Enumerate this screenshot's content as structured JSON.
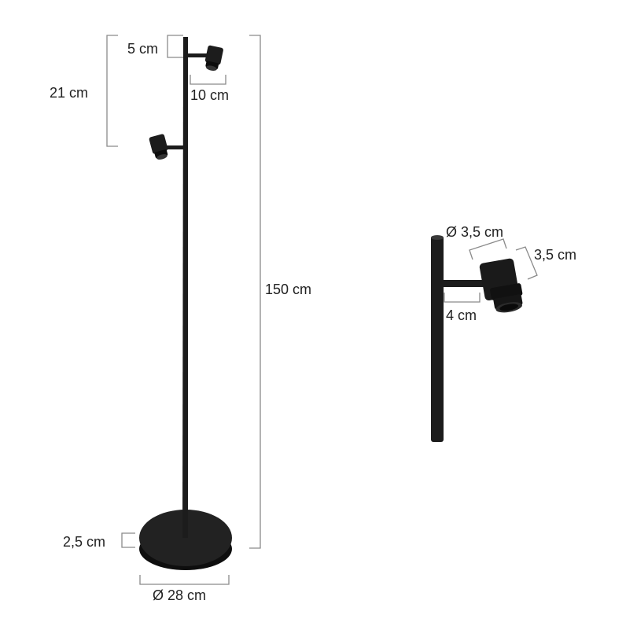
{
  "colors": {
    "lamp_body": "#1c1c1c",
    "dimension_line": "#8a8a8a",
    "label_text": "#222222",
    "background": "#ffffff"
  },
  "floor_lamp": {
    "dim_top_offset": "5 cm",
    "dim_arm_length": "10 cm",
    "dim_spot_spacing": "21 cm",
    "dim_total_height": "150 cm",
    "dim_base_thickness": "2,5 cm",
    "dim_base_diameter": "Ø 28 cm"
  },
  "detail": {
    "dim_spot_diameter": "Ø 3,5 cm",
    "dim_spot_length": "3,5 cm",
    "dim_arm_length": "4 cm"
  }
}
